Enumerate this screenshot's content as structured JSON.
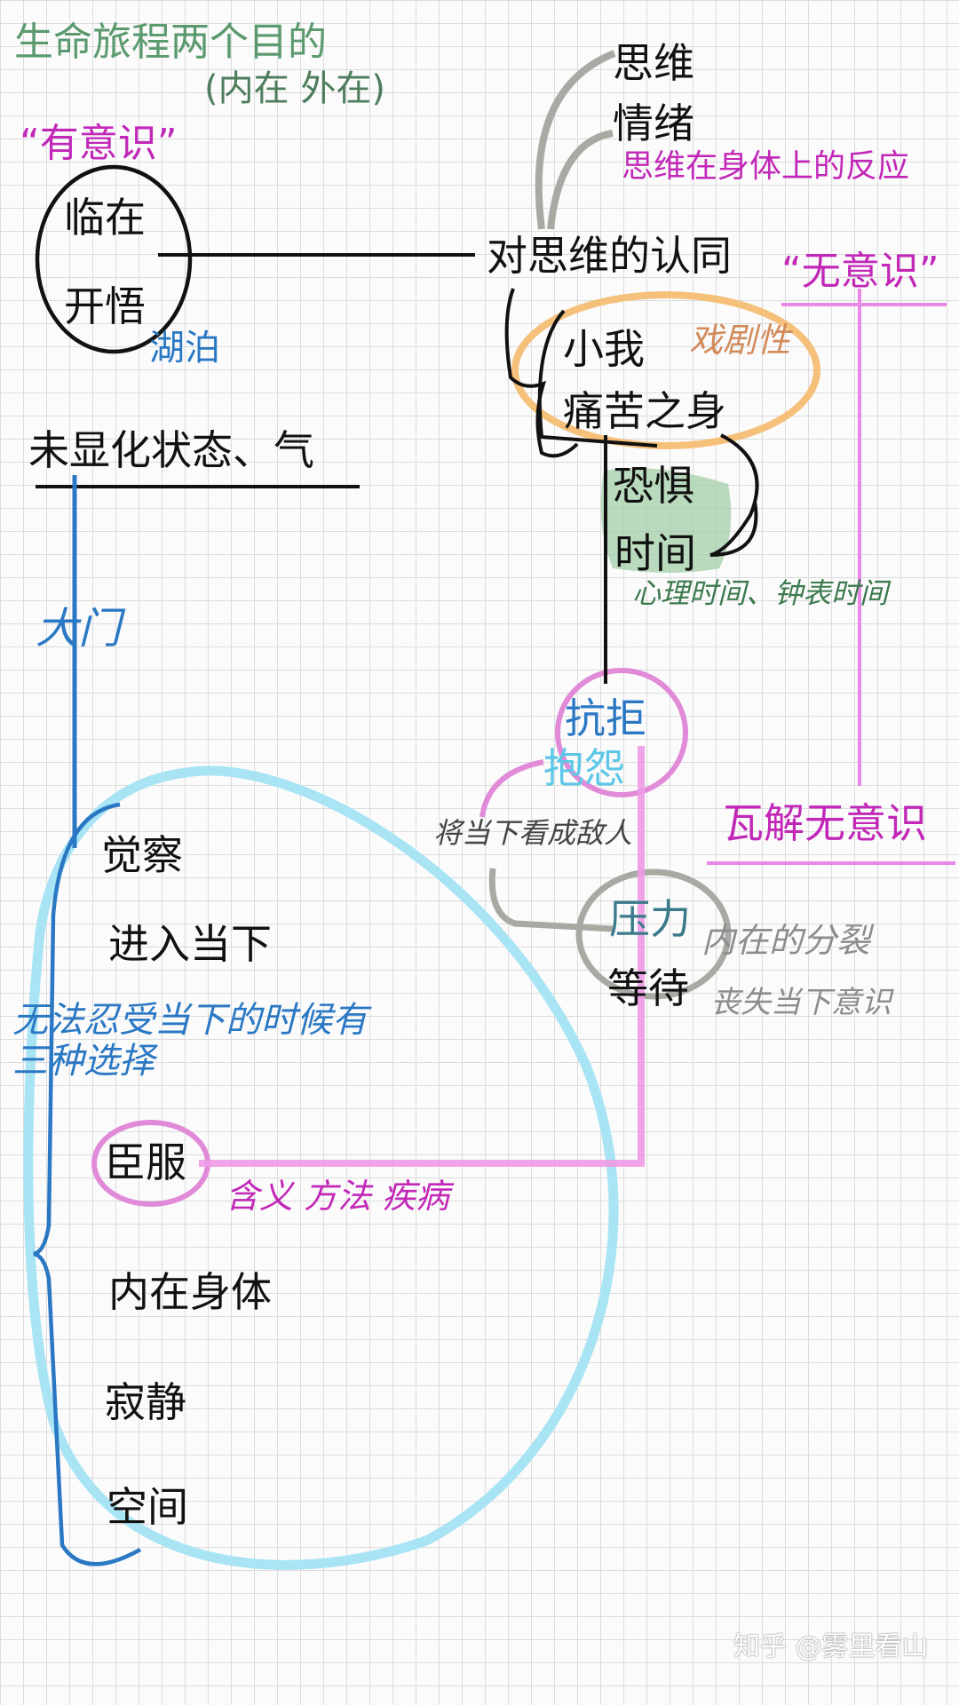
{
  "title": "生命旅程两个目的",
  "subtitle": "(内在 外在)",
  "conscious": {
    "label": "“有意识”",
    "presence": "临在",
    "awakening": "开悟",
    "lake": "湖泊"
  },
  "unmanifested": "未显化状态、气",
  "gate": "大门",
  "identification": "对思维的认同",
  "thinking": "思维",
  "emotion": "情绪",
  "emotion_note": "思维在身体上的反应",
  "unconscious": "“无意识”",
  "ego": "小我",
  "drama": "戏剧性",
  "pain_body": "痛苦之身",
  "fear": "恐惧",
  "time": "时间",
  "time_note": "心理时间、钟表时间",
  "resistance": "抗拒",
  "complaint": "抱怨",
  "enemy_note": "将当下看成敌人",
  "dissolve": "瓦解无意识",
  "pressure": "压力",
  "waiting": "等待",
  "split": "内在的分裂",
  "lose_now": "丧失当下意识",
  "practice": {
    "awareness": "觉察",
    "enter_now": "进入当下",
    "surrender": "臣服",
    "surrender_note": "含义 方法 疾病",
    "inner_body": "内在身体",
    "stillness": "寂静",
    "space": "空间"
  },
  "choice_note": "无法忍受当下的时候有三种选择",
  "watermark": "知乎 @雾里看山",
  "colors": {
    "green": "#5a9a6e",
    "magenta": "#c228b8",
    "blue": "#2a78c4",
    "cyan": "#a8e4f4",
    "orange": "#f5c07a",
    "pink": "#e889e6",
    "gray": "#a9a9a3",
    "black": "#111111"
  }
}
